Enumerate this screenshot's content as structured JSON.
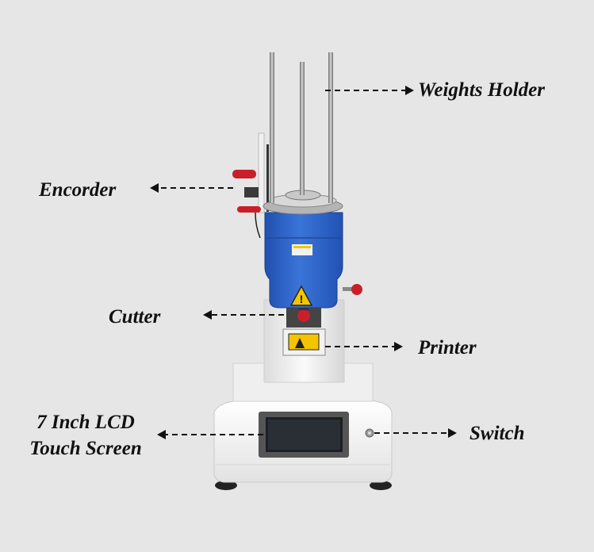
{
  "labels": {
    "weights_holder": "Weights Holder",
    "encorder": "Encorder",
    "cutter": "Cutter",
    "printer": "Printer",
    "lcd_line1": "7 Inch LCD",
    "lcd_line2": "Touch Screen",
    "switch": "Switch"
  },
  "colors": {
    "background": "#e6e6e6",
    "body_blue": "#2f63c8",
    "handle_red": "#c8202a",
    "base_white": "#f4f4f4"
  },
  "icons": [
    "warning-icon",
    "arrow-right-icon",
    "arrow-left-icon"
  ]
}
